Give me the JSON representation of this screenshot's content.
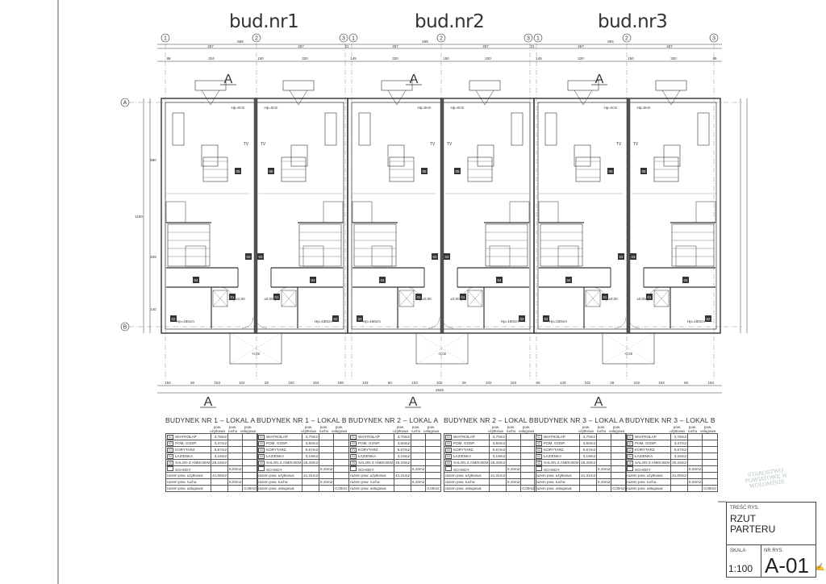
{
  "buildings": [
    "bud.nr1",
    "bud.nr2",
    "bud.nr3"
  ],
  "axes": {
    "columns": [
      "1",
      "2",
      "3",
      "1",
      "2",
      "3",
      "1",
      "2",
      "3"
    ],
    "rows": [
      "A",
      "B"
    ]
  },
  "section_mark": "A",
  "dims": {
    "top_row1": [
      "457",
      "457",
      "21",
      "457",
      "457",
      "21",
      "457",
      "457"
    ],
    "top_overall": [
      "558",
      "558",
      "804"
    ],
    "top_row2": [
      "88",
      "324",
      "150",
      "320",
      "145",
      "320",
      "150",
      "320",
      "145",
      "320",
      "150",
      "320",
      "88"
    ],
    "bottom_row": [
      "154",
      "60",
      "153",
      "102",
      "28",
      "102",
      "153",
      "180",
      "133",
      "60",
      "153",
      "102",
      "28",
      "102",
      "153",
      "60",
      "133",
      "102",
      "28",
      "102",
      "153",
      "60",
      "154"
    ],
    "bottom_overall": "2845",
    "side": [
      "1180",
      "590",
      "349",
      "140"
    ]
  },
  "room_tags": [
    "05",
    "03",
    "04",
    "01",
    "02"
  ],
  "plan_notes": {
    "hp_top": "Hp=0cm",
    "hp_bottom": "Hp=180cm",
    "level": "±0,00",
    "porch_level": "-0,02",
    "tv": "TV"
  },
  "tables": {
    "headers": [
      "pow. użytkowa",
      "pow. ruchu",
      "pow. usługowa"
    ],
    "totals_labels": [
      "razem pow. użytkowa:",
      "razem pow. ruchu:",
      "razem pow. usługowa:"
    ],
    "room_names": [
      "WIATROŁAP",
      "POM. GOSP.",
      "KORYTARZ",
      "ŁAZIENKA",
      "SALON Z ANEKSEM",
      "SCHODY"
    ],
    "room_codes": [
      "01",
      "02",
      "03",
      "04",
      "05",
      ""
    ],
    "items": [
      {
        "title": "BUDYNEK NR 1 – LOKAL A",
        "values": [
          "3,78m2",
          "3,47m2",
          "5,57m2",
          "3,16m2",
          "25,15m2"
        ],
        "stairs": "6,03m2",
        "total_use": "41,05m2",
        "total_move": "6,03m2",
        "total_serv": "0,00m2"
      },
      {
        "title": "BUDYNEK NR 1 – LOKAL B",
        "values": [
          "3,70m2",
          "3,50m2",
          "5,57m2",
          "3,19m2",
          "25,33m2"
        ],
        "stairs": "6,10m2",
        "total_use": "41,31m2",
        "total_move": "6,10m2",
        "total_serv": "0,00m2"
      },
      {
        "title": "BUDYNEK NR 2 – LOKAL A",
        "values": [
          "3,70m2",
          "3,50m2",
          "5,57m2",
          "3,19m2",
          "25,33m2"
        ],
        "stairs": "6,10m2",
        "total_use": "41,31m2",
        "total_move": "6,10m2",
        "total_serv": "0,00m2"
      },
      {
        "title": "BUDYNEK NR 2 – LOKAL B",
        "values": [
          "3,70m2",
          "3,50m2",
          "5,57m2",
          "3,19m2",
          "25,33m2"
        ],
        "stairs": "6,10m2",
        "total_use": "41,31m2",
        "total_move": "6,10m2",
        "total_serv": "0,00m2"
      },
      {
        "title": "BUDYNEK NR 3 – LOKAL A",
        "values": [
          "3,70m2",
          "3,50m2",
          "5,57m2",
          "3,19m2",
          "25,33m2"
        ],
        "stairs": "6,10m2",
        "total_use": "41,31m2",
        "total_move": "6,10m2",
        "total_serv": "0,00m2"
      },
      {
        "title": "BUDYNEK NR 3 – LOKAL B",
        "values": [
          "3,78m2",
          "3,47m2",
          "5,57m2",
          "3,16m2",
          "25,15m2"
        ],
        "stairs": "6,03m2",
        "total_use": "41,05m2",
        "total_move": "6,03m2",
        "total_serv": "0,00m2"
      }
    ]
  },
  "stamp": "STAROSTWO POWIATOWE W WOŁOMINIE",
  "title_block": {
    "content_label": "TREŚĆ RYS.",
    "title_line1": "RZUT",
    "title_line2": "PARTERU",
    "scale_label": "SKALA",
    "scale": "1:100",
    "number_label": "NR RYS.",
    "number": "A-01"
  }
}
